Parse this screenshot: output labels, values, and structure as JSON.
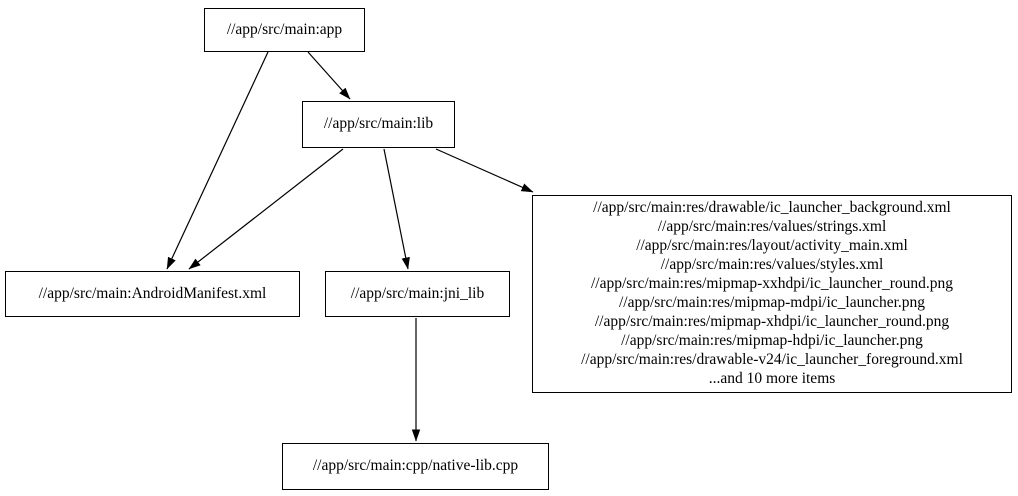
{
  "diagram": {
    "type": "dependency-graph",
    "colors": {
      "background": "#ffffff",
      "node_fill": "#ffffff",
      "node_border": "#000000",
      "edge": "#000000",
      "text": "#000000"
    },
    "nodes": {
      "app": {
        "label": "//app/src/main:app"
      },
      "lib": {
        "label": "//app/src/main:lib"
      },
      "manifest": {
        "label": "//app/src/main:AndroidManifest.xml"
      },
      "jni_lib": {
        "label": "//app/src/main:jni_lib"
      },
      "resources": {
        "lines": [
          "//app/src/main:res/drawable/ic_launcher_background.xml",
          "//app/src/main:res/values/strings.xml",
          "//app/src/main:res/layout/activity_main.xml",
          "//app/src/main:res/values/styles.xml",
          "//app/src/main:res/mipmap-xxhdpi/ic_launcher_round.png",
          "//app/src/main:res/mipmap-mdpi/ic_launcher.png",
          "//app/src/main:res/mipmap-xhdpi/ic_launcher_round.png",
          "//app/src/main:res/mipmap-hdpi/ic_launcher.png",
          "//app/src/main:res/drawable-v24/ic_launcher_foreground.xml",
          "...and 10 more items"
        ]
      },
      "native_lib": {
        "label": "//app/src/main:cpp/native-lib.cpp"
      }
    },
    "edges": [
      {
        "from": "app",
        "to": "lib"
      },
      {
        "from": "app",
        "to": "manifest"
      },
      {
        "from": "lib",
        "to": "manifest"
      },
      {
        "from": "lib",
        "to": "jni_lib"
      },
      {
        "from": "lib",
        "to": "resources"
      },
      {
        "from": "jni_lib",
        "to": "native_lib"
      }
    ]
  }
}
